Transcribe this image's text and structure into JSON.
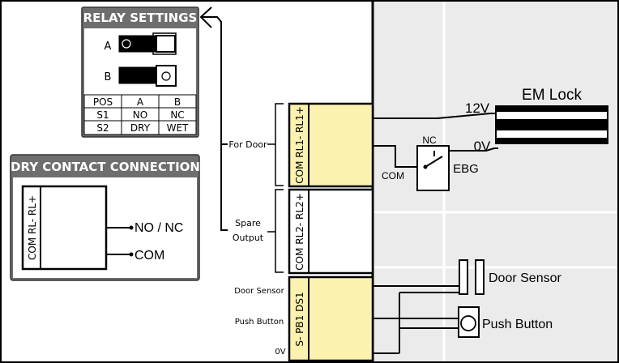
{
  "relay_settings": {
    "title": "RELAY SETTINGS",
    "switch_a_label": "A",
    "switch_b_label": "B",
    "table": {
      "headers": [
        "POS",
        "A",
        "B"
      ],
      "rows": [
        [
          "S1",
          "NO",
          "NC"
        ],
        [
          "S2",
          "DRY",
          "WET"
        ]
      ]
    }
  },
  "dry_contact": {
    "title": "DRY CONTACT CONNECTION",
    "terminal_label": "COM  RL-  RL+",
    "no_nc_label": "NO / NC",
    "com_label": "COM"
  },
  "bracket_labels": {
    "for_door": "For Door",
    "spare_line1": "Spare",
    "spare_line2": "Output"
  },
  "terminal_blocks": {
    "rl1": "COM  RL1-  RL1+",
    "rl2": "COM  RL2-  RL2+",
    "ds_pb": "S-     PB1     DS1"
  },
  "left_labels": {
    "door_sensor": "Door Sensor",
    "push_button": "Push Button",
    "zero_v": "0V"
  },
  "devices": {
    "em_lock": "EM Lock",
    "twelve_v": "12V",
    "zero_v": "0V",
    "nc": "NC",
    "com": "COM",
    "ebg": "EBG",
    "door_sensor": "Door Sensor",
    "push_button": "Push Button"
  },
  "colors": {
    "panel_bg": "#ebebeb",
    "terminal_fill": "#fbf2b0",
    "box_gray": "#6e6e6e",
    "line": "#000000"
  }
}
